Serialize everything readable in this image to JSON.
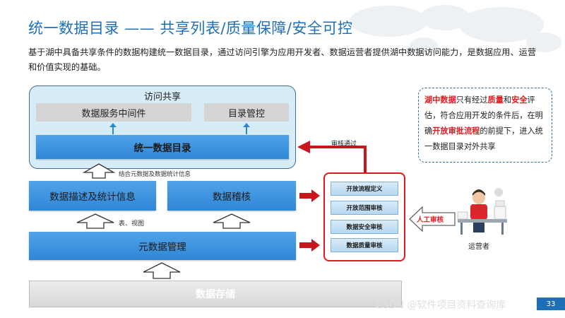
{
  "title": "统一数据目录 —— 共享列表/质量保障/安全可控",
  "subtitle": "基于湖中具备共享条件的数据构建统一数据目录，通过访问引擎为应用开发者、数据运营者提供湖中数据访问能力，是数据应用、运营和价值实现的基础。",
  "diagram": {
    "access_share": {
      "title": "访问共享",
      "middleware": "数据服务中间件",
      "catalog_control": "目录管控",
      "unified_catalog": "统一数据目录"
    },
    "combine_label": "结合元数据及数据统计信息",
    "data_description": "数据描述及统计信息",
    "data_audit": "数据稽核",
    "table_view_label": "表、视图",
    "metadata_mgmt": "元数据管理",
    "storage": "数据存储",
    "review": {
      "approved_label": "审核通过",
      "items": [
        "开放流程定义",
        "开放范围审核",
        "数据安全审核",
        "数据质量审核"
      ],
      "manual_review": "人工审核",
      "operator": "运营者"
    },
    "note": {
      "part1": "湖中数据",
      "part2": "只有经过",
      "part3": "质量",
      "part4": "和",
      "part5": "安全",
      "part6": "评估，符合应用开发的条件后，在明确",
      "part7": "开放审批流程",
      "part8": "的前提下，进入统一数据目录对外共享"
    }
  },
  "watermark": "CSDN @软件项目资料查询库",
  "page_number": "33",
  "colors": {
    "title_blue": "#1f6fb8",
    "box_blue": "#3b93de",
    "accent_red": "#e0191f",
    "light_blue_bg": "#d6ecf7"
  }
}
